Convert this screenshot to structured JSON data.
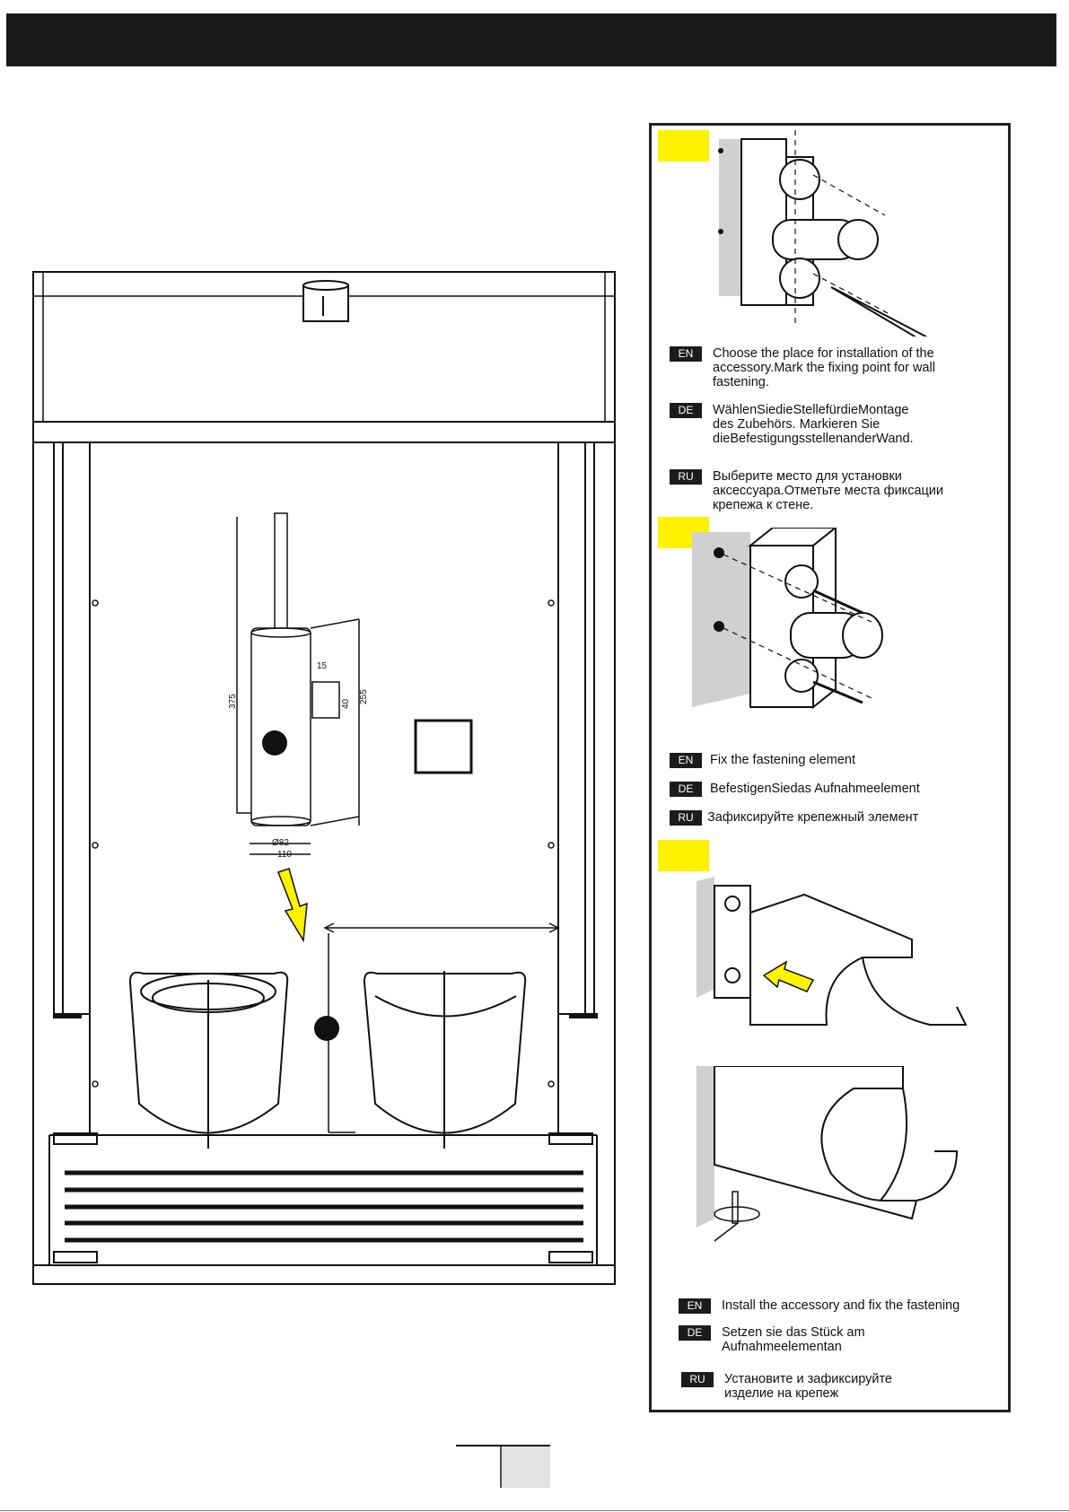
{
  "drawing": {
    "dimensions": {
      "height_375": "375",
      "bracket_15": "15",
      "bracket_40": "40",
      "offset_255": "255",
      "diameter_82": "Ø82",
      "width_110": "110"
    }
  },
  "colors": {
    "header": "#1a1a1a",
    "step_tab": "#fff200",
    "arrow": "#fff200",
    "shade": "#d0d0d0"
  },
  "steps": [
    {
      "instructions": [
        {
          "lang": "EN",
          "text": "Choose the place for installation of the\naccessory.Mark the fixing point for wall\nfastening."
        },
        {
          "lang": "DE",
          "text": "WählenSiedieStellefürdieMontage\ndes Zubehörs. Markieren Sie\ndieBefestigungsstellenanderWand."
        },
        {
          "lang": "RU",
          "text": "Выберите место для установки\nаксессуара.Отметьте места фиксации\nкрепежа к стене."
        }
      ]
    },
    {
      "instructions": [
        {
          "lang": "EN",
          "text": "Fix the fastening element"
        },
        {
          "lang": "DE",
          "text": "BefestigenSiedas    Aufnahmeelement"
        },
        {
          "lang": "RU",
          "text": "Зафиксируйте крепежный элемент"
        }
      ]
    },
    {
      "instructions": [
        {
          "lang": "EN",
          "text": "Install the accessory and fix  the  fastening"
        },
        {
          "lang": "DE",
          "text": " Setzen sie das Stück am\nAufnahmeelementan"
        },
        {
          "lang": "RU",
          "text": "Установите  и  зафиксируйте\nизделие  на крепеж"
        }
      ]
    }
  ]
}
